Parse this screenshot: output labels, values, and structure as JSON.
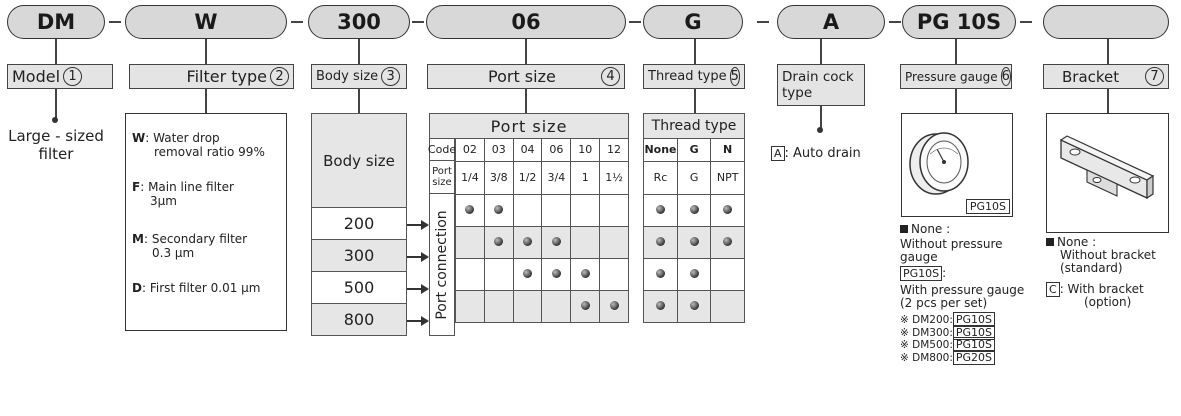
{
  "codes": [
    "DM",
    "W",
    "300",
    "06",
    "G",
    "A",
    "PG 10S",
    ""
  ],
  "labels": {
    "model": "Model",
    "filter_type": "Filter type",
    "body_size": "Body size",
    "port_size": "Port size",
    "thread_type": "Thread type",
    "drain_cock": [
      "Drain cock",
      "type"
    ],
    "pressure_gauge": "Pressure gauge",
    "bracket": "Bracket"
  },
  "nums": [
    "1",
    "2",
    "3",
    "4",
    "5",
    "6",
    "7"
  ],
  "model_desc": [
    "Large - sized",
    "filter"
  ],
  "filter_types": [
    {
      "code": "W",
      "sep": ":",
      "text": [
        "Water drop",
        "removal ratio 99%"
      ]
    },
    {
      "code": "F",
      "sep": ":",
      "text": [
        "Main line filter",
        "3µm"
      ]
    },
    {
      "code": "M",
      "sep": ":",
      "text": [
        "Secondary filter",
        "0.3 µm"
      ]
    },
    {
      "code": "D",
      "sep": ":",
      "text": [
        "First filter 0.01 µm"
      ]
    }
  ],
  "body_table": {
    "header": "Body size",
    "sizes": [
      "200",
      "300",
      "500",
      "800"
    ]
  },
  "port_table": {
    "title": "Port size",
    "code_label": "Code",
    "size_label": [
      "Port",
      "size"
    ],
    "codes": [
      "02",
      "03",
      "04",
      "06",
      "10",
      "12"
    ],
    "sizes": [
      "1/4",
      "3/8",
      "1/2",
      "3/4",
      "1",
      "1½"
    ],
    "side_label": "Port connection",
    "matrix": [
      [
        1,
        1,
        0,
        0,
        0,
        0
      ],
      [
        0,
        1,
        1,
        1,
        0,
        0
      ],
      [
        0,
        0,
        1,
        1,
        1,
        0
      ],
      [
        0,
        0,
        0,
        0,
        1,
        1
      ]
    ]
  },
  "thread_table": {
    "title": "Thread type",
    "codes": [
      "None",
      "G",
      "N"
    ],
    "types": [
      "Rc",
      "G",
      "NPT"
    ],
    "matrix": [
      [
        1,
        1,
        1
      ],
      [
        1,
        1,
        1
      ],
      [
        1,
        1,
        0
      ],
      [
        1,
        1,
        0
      ]
    ]
  },
  "drain": {
    "code": "A",
    "text": ": Auto drain"
  },
  "gauge": {
    "image_label": "PG10S",
    "none_label": "None :",
    "none_desc": [
      "Without  pressure",
      "gauge"
    ],
    "code": "PG10S",
    "code_suffix": ":",
    "with_desc": [
      "With pressure gauge",
      "(2 pcs per set)"
    ],
    "models": [
      {
        "mark": "※",
        "model": "DM200:",
        "code": "PG10S"
      },
      {
        "mark": "※",
        "model": "DM300:",
        "code": "PG10S"
      },
      {
        "mark": "※",
        "model": "DM500:",
        "code": "PG10S"
      },
      {
        "mark": "※",
        "model": "DM800:",
        "code": "PG20S"
      }
    ]
  },
  "bracket": {
    "none_label": "None :",
    "none_desc": [
      "Without bracket",
      "(standard)"
    ],
    "code": "C",
    "with_desc": [
      ":  With bracket",
      "(option)"
    ]
  }
}
